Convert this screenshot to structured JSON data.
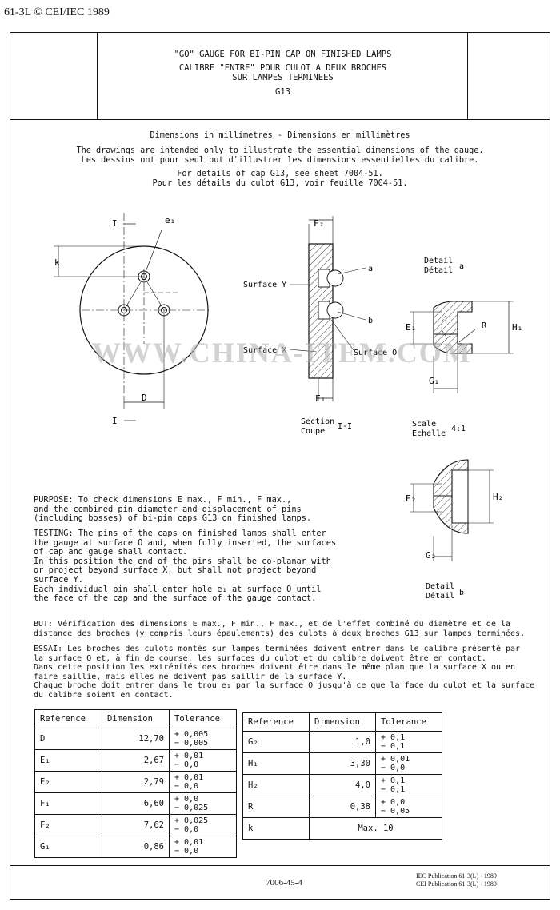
{
  "header": {
    "code": "61-3L © CEI/IEC 1989"
  },
  "title": {
    "line1": "\"GO\" GAUGE FOR BI-PIN CAP ON FINISHED LAMPS",
    "line2": "CALIBRE \"ENTRE\" POUR CULOT A DEUX BROCHES",
    "line3": "SUR LAMPES TERMINEES",
    "line4": "G13"
  },
  "intro": {
    "dims": "Dimensions in millimetres - Dimensions en millimètres",
    "draw_en": "The drawings are intended only to illustrate the essential dimensions of the gauge.",
    "draw_fr": "Les dessins ont pour seul but d'illustrer les dimensions essentielles du calibre.",
    "details_en": "For details of cap G13, see sheet 7004-51.",
    "details_fr": "Pour les détails du culot G13, voir feuille 7004-51."
  },
  "drawing_labels": {
    "I_top": "I",
    "I_bottom": "I",
    "e1": "e₁",
    "k": "k",
    "D": "D",
    "F2": "F₂",
    "F1": "F₁",
    "surface_y": "Surface Y",
    "surface_x": "Surface X",
    "surface_o": "Surface O",
    "a": "a",
    "b": "b",
    "section": "Section",
    "coupe": "Coupe",
    "section_id": "I-I",
    "scale": "Scale",
    "echelle": "Echelle",
    "scale_val": "4:1",
    "detail_a_1": "Detail",
    "detail_a_2": "Détail",
    "detail_a_letter": "a",
    "E1": "E₁",
    "H1": "H₁",
    "R": "R",
    "G1": "G₁",
    "E2": "E₂",
    "H2": "H₂",
    "G2": "G₂",
    "detail_b_1": "Detail",
    "detail_b_2": "Détail",
    "detail_b_letter": "b"
  },
  "watermark": "WWW.CHINA-ITEM.COM",
  "purpose_en": "PURPOSE: To check dimensions E max., F min., F max.,\nand the combined pin diameter and displacement of pins\n(including bosses) of bi-pin caps G13 on finished lamps.",
  "testing_en": "TESTING: The pins of the caps on finished lamps shall enter\nthe gauge at surface O and, when fully inserted, the surfaces\nof cap and gauge shall contact.\nIn this position the end of the pins shall be co-planar with\nor project beyond surface X, but shall not project beyond\nsurface Y.\nEach individual pin shall enter hole e₁ at surface O until\nthe face of the cap and the surface of the gauge contact.",
  "but_fr": "BUT: Vérification des dimensions E max., F min., F max., et de l'effet combiné du diamètre et de la\ndistance des broches (y compris leurs épaulements) des culots à deux broches G13 sur lampes terminées.",
  "essai_fr": "ESSAI: Les broches des culots montés sur lampes terminées doivent entrer dans le calibre présenté par\nla surface O et, à fin de course, les surfaces du culot et du calibre doivent être en contact.\nDans cette position les extrémités des broches doivent être dans le même plan que la surface X ou en\nfaire saillie, mais elles ne doivent pas saillir de la surface Y.\nChaque broche doit entrer dans le trou e₁ par la surface O jusqu'à ce que la face du culot et la surface\ndu calibre soient en contact.",
  "table_headers": {
    "ref": "Reference",
    "dim": "Dimension",
    "tol": "Tolerance"
  },
  "table1": [
    {
      "ref": "D",
      "dim": "12,70",
      "tol1": "+ 0,005",
      "tol2": "− 0,005"
    },
    {
      "ref": "E₁",
      "dim": "2,67",
      "tol1": "+ 0,01",
      "tol2": "− 0,0"
    },
    {
      "ref": "E₂",
      "dim": "2,79",
      "tol1": "+ 0,01",
      "tol2": "− 0,0"
    },
    {
      "ref": "F₁",
      "dim": "6,60",
      "tol1": "+ 0,0",
      "tol2": "− 0,025"
    },
    {
      "ref": "F₂",
      "dim": "7,62",
      "tol1": "+ 0,025",
      "tol2": "− 0,0"
    },
    {
      "ref": "G₁",
      "dim": "0,86",
      "tol1": "+ 0,01",
      "tol2": "− 0,0"
    }
  ],
  "table2": [
    {
      "ref": "G₂",
      "dim": "1,0",
      "tol1": "+ 0,1",
      "tol2": "− 0,1"
    },
    {
      "ref": "H₁",
      "dim": "3,30",
      "tol1": "+ 0,01",
      "tol2": "− 0,0"
    },
    {
      "ref": "H₂",
      "dim": "4,0",
      "tol1": "+ 0,1",
      "tol2": "− 0,1"
    },
    {
      "ref": "R",
      "dim": "0,38",
      "tol1": "+ 0,0",
      "tol2": "− 0,05"
    }
  ],
  "table2_k": {
    "ref": "k",
    "value": "Max. 10"
  },
  "footer": {
    "sheet": "7006-45-4",
    "pub_en": "IEC Publication 61-3(L) - 1989",
    "pub_fr": "CEI Publication 61-3(L) - 1989"
  }
}
